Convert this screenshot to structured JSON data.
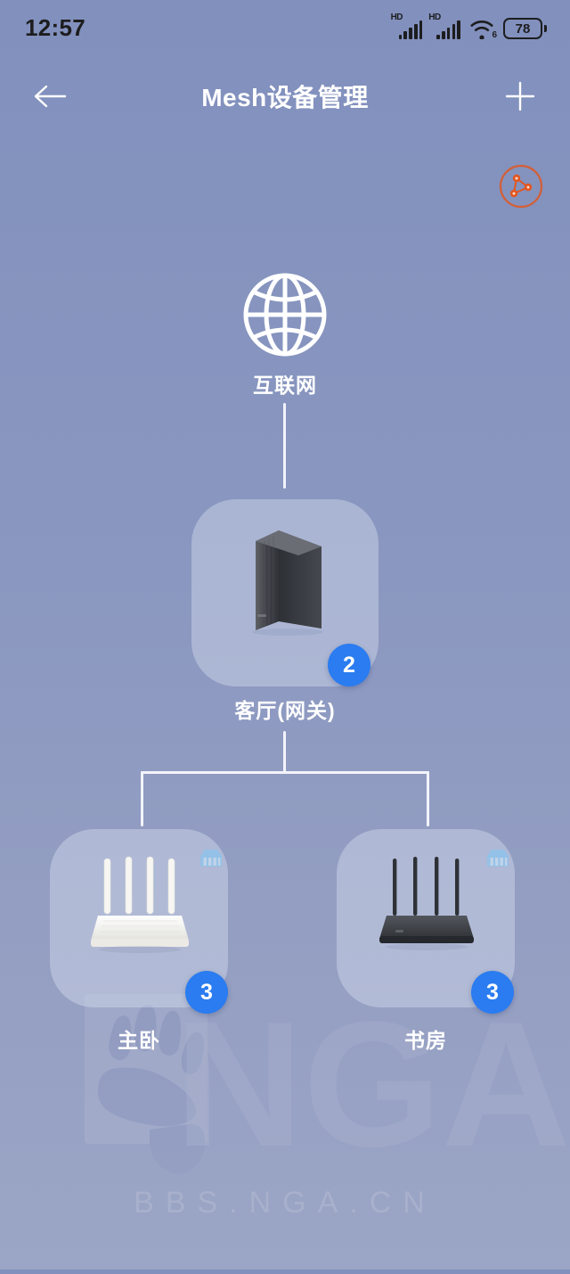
{
  "statusbar": {
    "clock": "12:57",
    "sim1_label": "HD",
    "sim2_label": "HD",
    "wifi_standard": "6",
    "battery_level": "78",
    "icons": [
      "signal-bars-icon",
      "signal-bars-icon",
      "wifi-icon",
      "battery-icon"
    ]
  },
  "appbar": {
    "title": "Mesh设备管理",
    "back_icon": "arrow-left-icon",
    "add_icon": "plus-icon"
  },
  "topology_button": {
    "icon": "mesh-topology-icon",
    "color": "#e2561f"
  },
  "colors": {
    "background_top": "#8190bd",
    "background_bottom": "#9ba5c5",
    "badge_blue": "#2a7cf0",
    "link_line": "#f2f4fa",
    "card_fill": "rgba(221,227,243,0.40)",
    "accent_orange": "#e2561f"
  },
  "topology": {
    "internet": {
      "label": "互联网",
      "icon": "globe-icon"
    },
    "gateway": {
      "label": "客厅(网关)",
      "badge": "2",
      "device_icon": "tower-router-dark-icon"
    },
    "children": [
      {
        "label": "主卧",
        "badge": "3",
        "device_icon": "router-white-4antenna-icon",
        "link_icon": "ethernet-lan-icon"
      },
      {
        "label": "书房",
        "badge": "3",
        "device_icon": "router-black-4antenna-icon",
        "link_icon": "ethernet-lan-icon"
      }
    ]
  },
  "watermark": {
    "logo": "nga-bear-paw-logo",
    "text_large": "NGA",
    "text_small": "BBS.NGA.CN"
  }
}
